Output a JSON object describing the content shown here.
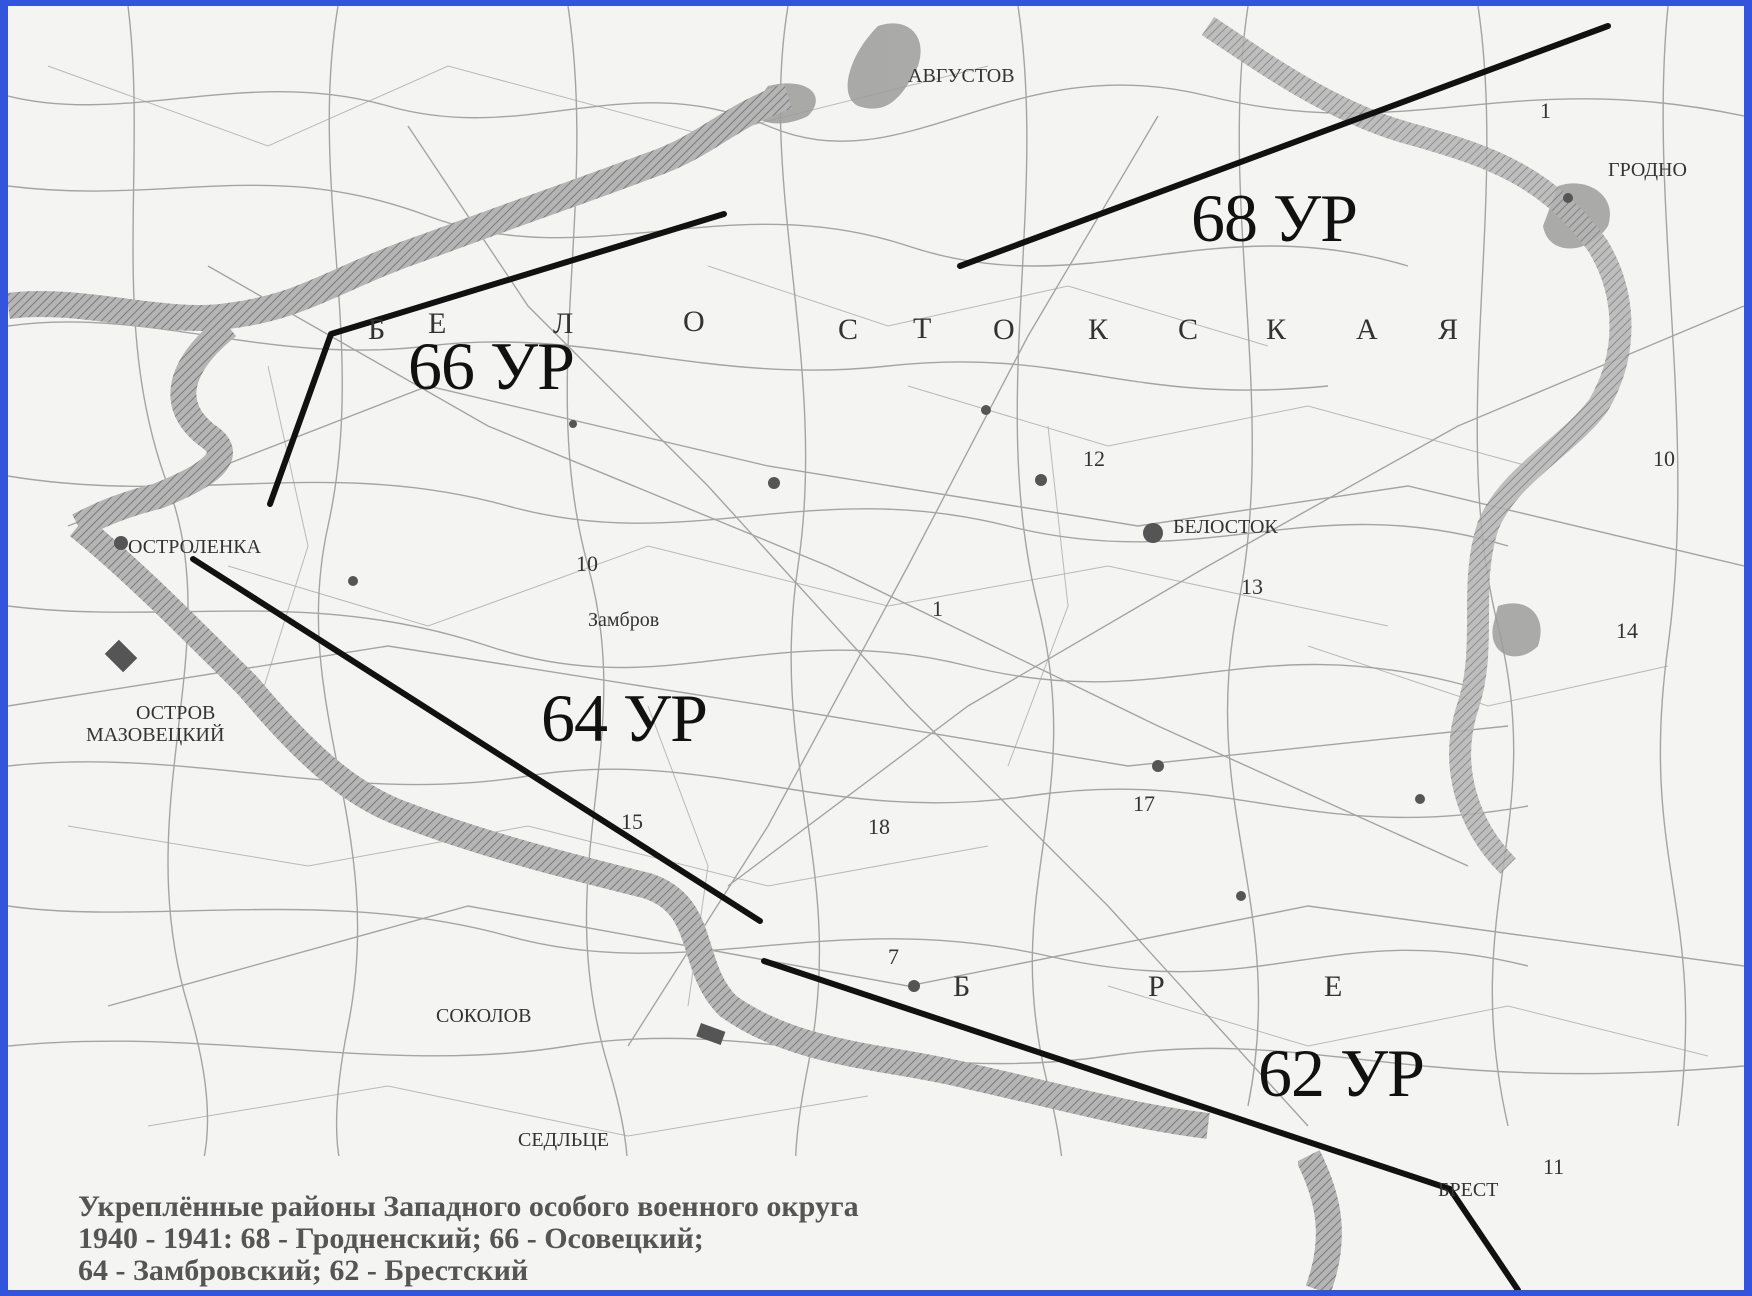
{
  "map": {
    "fortified_areas": [
      {
        "id": "68",
        "label": "68 УР"
      },
      {
        "id": "66",
        "label": "66 УР"
      },
      {
        "id": "64",
        "label": "64 УР"
      },
      {
        "id": "62",
        "label": "62 УР"
      }
    ],
    "region_letters_1": [
      "Б",
      "Е",
      "Л",
      "О",
      "С",
      "Т",
      "О",
      "К",
      "С",
      "К",
      "А",
      "Я"
    ],
    "region_letters_2": [
      "Б",
      "Р",
      "Е"
    ],
    "towns": {
      "belostok": "БЕЛОСТОК",
      "ostroleka": "ОСТРОЛЕНКА",
      "sokolov": "СОКОЛОВ",
      "ostrov": "ОСТРОВ",
      "mazovetsky": "МАЗОВЕЦКИЙ",
      "avgustov": "АВГУСТОВ",
      "zambrov": "Замбров",
      "brest": "БРЕСТ",
      "grodno": "ГРОДНО",
      "sedlec": "СЕДЛЬЦЕ"
    },
    "numbers": [
      "10",
      "12",
      "13",
      "17",
      "18",
      "15",
      "1",
      "14",
      "11",
      "10",
      "7",
      "1"
    ]
  },
  "caption": {
    "line1": "Укреплённые районы Западного особого военного округа",
    "line2": "1940 - 1941: 68 - Гродненский; 66 - Осовецкий;",
    "line3": "64 - Замбровский; 62 - Брестский"
  },
  "colors": {
    "frame": "#3355dd",
    "paper": "#f4f4f2",
    "ink": "#111111",
    "border_shading": "#9a9a9a"
  }
}
